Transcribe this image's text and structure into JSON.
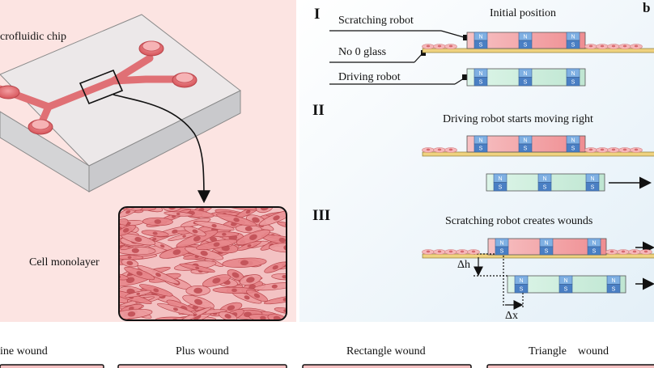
{
  "panel_a": {
    "chip_label": "crofluidic chip",
    "monolayer_label": "Cell monolayer"
  },
  "panel_b": {
    "panel_letter": "b",
    "stages": [
      {
        "numeral": "I",
        "title": "Initial position"
      },
      {
        "numeral": "II",
        "title": "Driving robot starts moving right"
      },
      {
        "numeral": "III",
        "title": "Scratching robot creates wounds"
      }
    ],
    "labels": {
      "scratching_robot": "Scratching robot",
      "glass": "No 0 glass",
      "driving_robot": "Driving robot"
    },
    "magnet_top": "N",
    "magnet_bottom": "S",
    "delta_h": "Δh",
    "delta_x": "Δx"
  },
  "panel_c": {
    "wound_types": [
      "ine wound",
      "Plus wound",
      "Rectangle wound",
      "Triangle    wound"
    ]
  },
  "colors": {
    "panel_a_bg": "#fce4e2",
    "panel_b_bg": "#eef6fb",
    "scratch_robot": "#f29a9e",
    "drive_robot": "#cdeedd",
    "magnet": "#6d9fd8",
    "glass": "#efd27f",
    "cells": "#f4b8b9"
  }
}
